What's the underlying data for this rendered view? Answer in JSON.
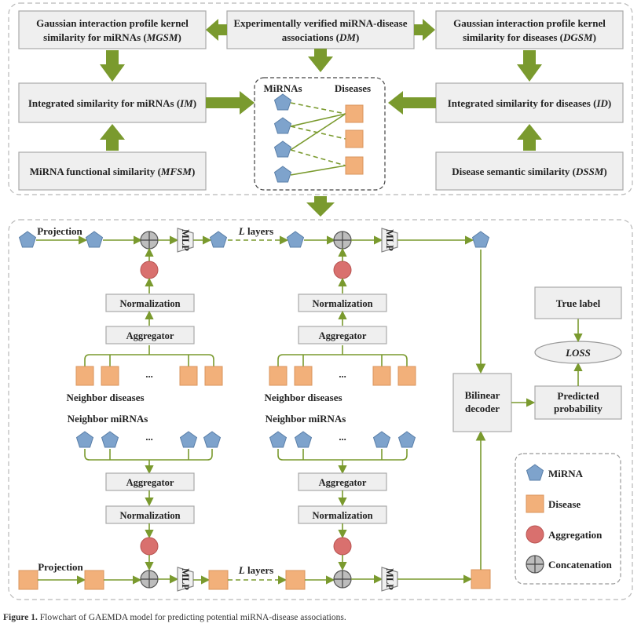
{
  "top": {
    "mgsm": [
      "Gaussian interaction profile kernel",
      "similarity for miRNAs (",
      "MGSM",
      ")"
    ],
    "dm": [
      "Experimentally verified miRNA-disease",
      "associations (",
      "DM",
      ")"
    ],
    "dgsm": [
      "Gaussian interaction profile kernel",
      "similarity for diseases (",
      "DGSM",
      ")"
    ],
    "im": [
      "Integrated similarity for miRNAs (",
      "IM",
      ")"
    ],
    "id": [
      "Integrated similarity for diseases (",
      "ID",
      ")"
    ],
    "mfsm": [
      "MiRNA functional similarity (",
      "MFSM",
      ")"
    ],
    "dssm": [
      "Disease semantic similarity (",
      "DSSM",
      ")"
    ],
    "bip_mirnas": "MiRNAs",
    "bip_diseases": "Diseases"
  },
  "bottom": {
    "projection": "Projection",
    "mlp": "MLP",
    "l_layers_italic": "L",
    "l_layers_rest": " layers",
    "normalization": "Normalization",
    "aggregator": "Aggregator",
    "ellipsis": "...",
    "neighbor_diseases": "Neighbor diseases",
    "neighbor_mirnas": "Neighbor miRNAs",
    "bilinear": [
      "Bilinear",
      "decoder"
    ],
    "predicted": [
      "Predicted",
      "probability"
    ],
    "true_label": "True label",
    "loss": "LOSS"
  },
  "legend": {
    "mirna": "MiRNA",
    "disease": "Disease",
    "aggregation": "Aggregation",
    "concatenation": "Concatenation"
  },
  "caption": {
    "label": "Figure 1.",
    "text": " Flowchart of GAEMDA model for predicting potential miRNA-disease associations."
  },
  "colors": {
    "arrow_green": "#7a9a2e",
    "mirna_blue": "#7ea3cc",
    "disease_orange": "#f2b07a",
    "aggregation_red": "#d9706e"
  }
}
